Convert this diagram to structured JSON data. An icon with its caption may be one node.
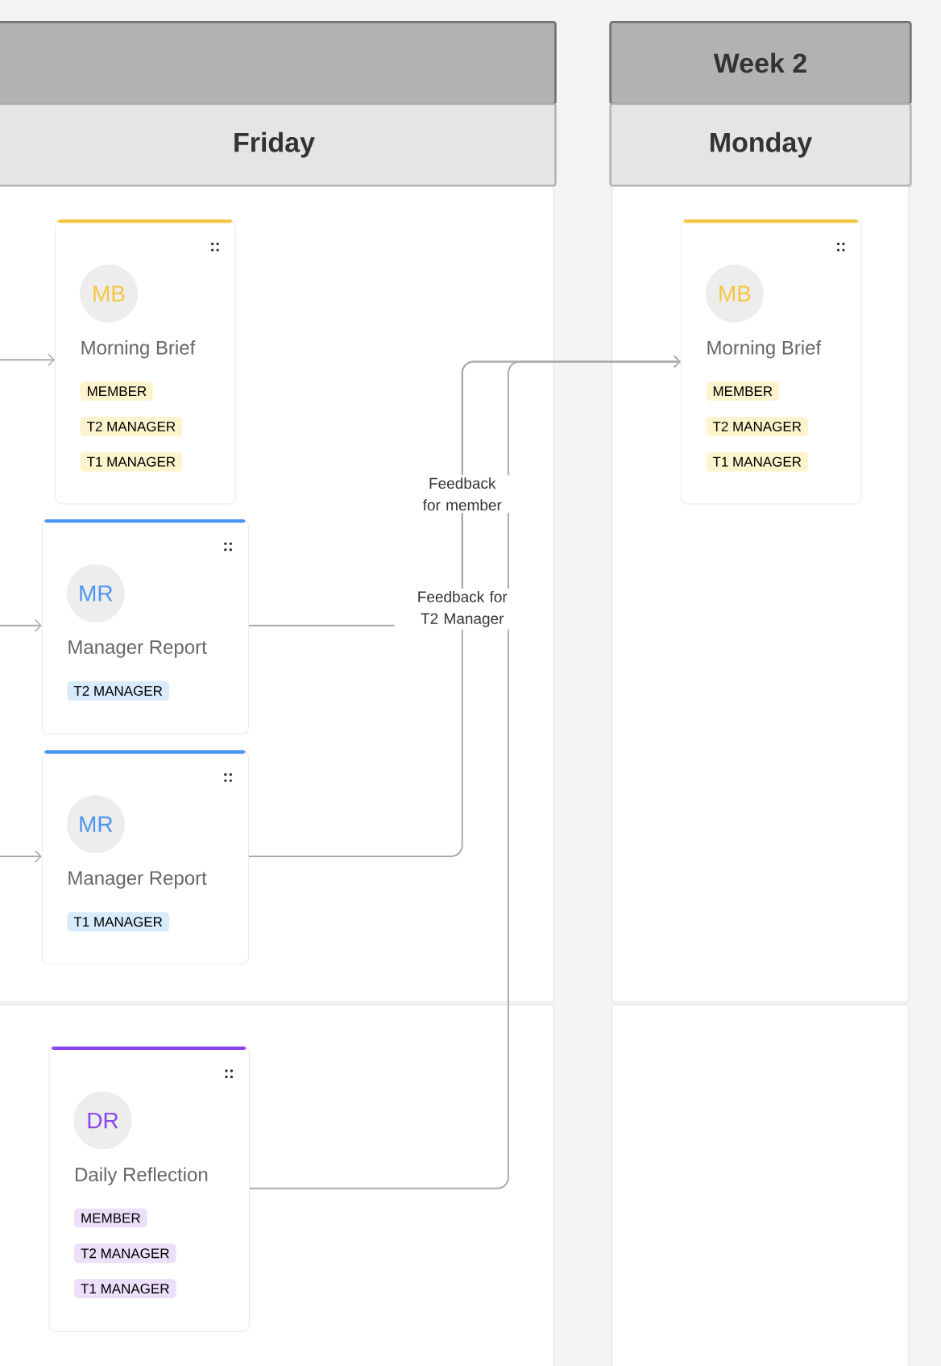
{
  "diagram": {
    "nodes": [
      {
        "text": [],
        "shape": "box"
      },
      {
        "text": [
          "Week 2"
        ]
      },
      {
        "text": [
          "Friday"
        ]
      },
      {
        "text": [
          "Monday"
        ]
      },
      {
        "text": [
          "MB",
          "Morning Brief",
          "MEMBER",
          "T2 MANAGER",
          "T1 MANAGER"
        ]
      },
      {
        "text": [
          "MR",
          "Manager Report",
          "T2 MANAGER"
        ]
      },
      {
        "text": [
          "MR",
          "Manager Report",
          "T1 MANAGER"
        ]
      },
      {
        "text": [
          "DR",
          "Daily Reflection",
          "MEMBER",
          "T2 MANAGER",
          "T1 MANAGER"
        ]
      },
      {
        "text": [
          "MB",
          "Morning Brief",
          "MEMBER",
          "T2 MANAGER",
          "T1 MANAGER"
        ]
      }
    ],
    "edges": [
      {
        "from": null,
        "to": 4,
        "arrow": "to"
      },
      {
        "from": null,
        "to": 5,
        "arrow": "to"
      },
      {
        "from": null,
        "to": 6,
        "arrow": "to"
      },
      {
        "from": 5,
        "to": 8,
        "arrow": "to",
        "label": "Feedback for T2 Manager"
      },
      {
        "from": 6,
        "to": 8,
        "arrow": "to",
        "label": "Feedback for member"
      },
      {
        "from": 7,
        "to": 8,
        "arrow": "to"
      }
    ]
  }
}
